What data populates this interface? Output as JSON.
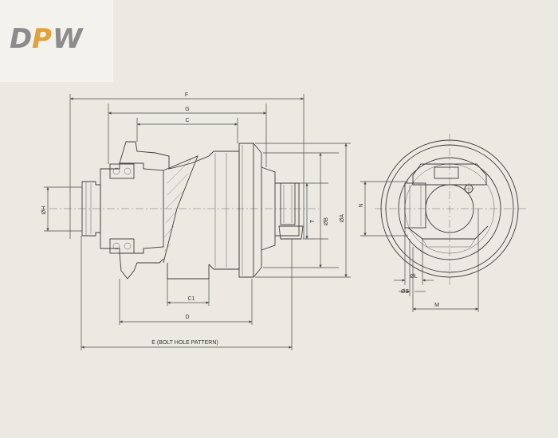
{
  "logo": {
    "text": "DPW",
    "colors": {
      "D": "#8c8c8c",
      "P": "#e0a23b",
      "W": "#8c8c8c"
    }
  },
  "dimensions": {
    "F": "F",
    "G": "G",
    "C": "C",
    "C1": "C1",
    "D": "D",
    "E": "E (BOLT HOLE PATTERN)",
    "H": "ØH",
    "T": "T",
    "B": "ØB",
    "A": "ØA",
    "N": "N",
    "L": "ØL",
    "S": "ØS",
    "M": "M"
  },
  "colors": {
    "background": "#ebe9e2",
    "line": "#3c3c3c"
  }
}
